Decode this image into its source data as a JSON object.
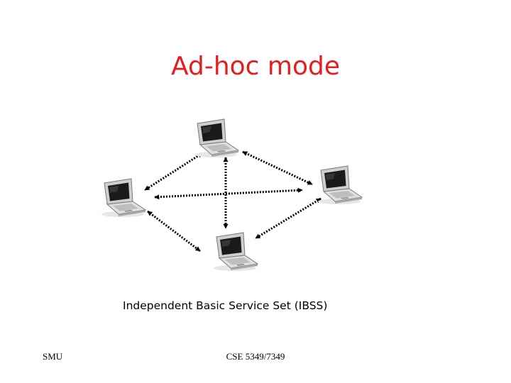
{
  "slide": {
    "title": "Ad-hoc mode",
    "caption": "Independent Basic Service Set (IBSS)"
  },
  "footer": {
    "left": "SMU",
    "center": "CSE 5349/7349"
  },
  "colors": {
    "title": "#e41e1e",
    "link": "#000000",
    "laptop_body": "#dcdcdc",
    "laptop_screen": "#1a1a1a"
  },
  "diagram": {
    "nodes": [
      {
        "id": "laptop-top",
        "icon": "laptop-icon"
      },
      {
        "id": "laptop-left",
        "icon": "laptop-icon"
      },
      {
        "id": "laptop-right",
        "icon": "laptop-icon"
      },
      {
        "id": "laptop-bottom",
        "icon": "laptop-icon"
      }
    ],
    "links": [
      {
        "from": "laptop-top",
        "to": "laptop-left",
        "style": "dotted",
        "arrows": "both"
      },
      {
        "from": "laptop-top",
        "to": "laptop-right",
        "style": "dotted",
        "arrows": "both"
      },
      {
        "from": "laptop-top",
        "to": "laptop-bottom",
        "style": "dotted",
        "arrows": "both"
      },
      {
        "from": "laptop-left",
        "to": "laptop-right",
        "style": "dotted",
        "arrows": "both"
      },
      {
        "from": "laptop-left",
        "to": "laptop-bottom",
        "style": "dotted",
        "arrows": "both"
      },
      {
        "from": "laptop-right",
        "to": "laptop-bottom",
        "style": "dotted",
        "arrows": "both"
      }
    ]
  }
}
